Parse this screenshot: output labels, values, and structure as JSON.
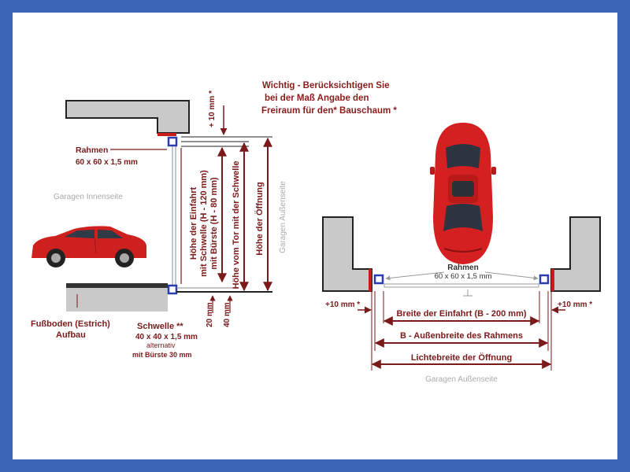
{
  "note": {
    "line1": "Wichtig - Berücksichtigen Sie",
    "line2": "bei der Maß Angabe den",
    "line3": "Freiraum für den* Bauschaum *"
  },
  "side_view": {
    "rahmen_label": "Rahmen",
    "rahmen_dim": "60 x 60 x 1,5 mm",
    "inside_label": "Garagen Innenseite",
    "outside_label": "Garagen Außenseite",
    "top_gap": "+ 10 mm *",
    "vertical_1a": "Höhe der Einfahrt",
    "vertical_1b": "mit Schwelle (H - 120 mm)",
    "vertical_1c": "mit Bürste (H - 80 mm)",
    "vertical_2": "Höhe vom Tor mit der Schwelle",
    "vertical_3": "Höhe der Öffnung",
    "floor_label_1": "Fußboden (Estrich)",
    "floor_label_2": "Aufbau",
    "schwelle_label": "Schwelle **",
    "schwelle_dim": "40 x 40 x 1,5 mm",
    "schwelle_alt": "alternativ",
    "schwelle_brush": "mit Bürste 30 mm",
    "dim_20": "20 mm",
    "dim_40": "40 mm"
  },
  "top_view": {
    "rahmen_label": "Rahmen",
    "rahmen_dim": "60 x 60 x 1,5 mm",
    "gap_left": "+10 mm *",
    "gap_right": "+10 mm *",
    "width_1": "Breite der Einfahrt (B - 200 mm)",
    "width_2": "B - Außenbreite des Rahmens",
    "width_3": "Lichtebreite der Öffnung",
    "outside_label": "Garagen Außenseite"
  },
  "colors": {
    "border": "#3a66b8",
    "dim_red": "#7a1a1a",
    "frame_blue": "#2a3cb0",
    "car_red": "#d42020",
    "wall_gray": "#c9c9c9"
  }
}
